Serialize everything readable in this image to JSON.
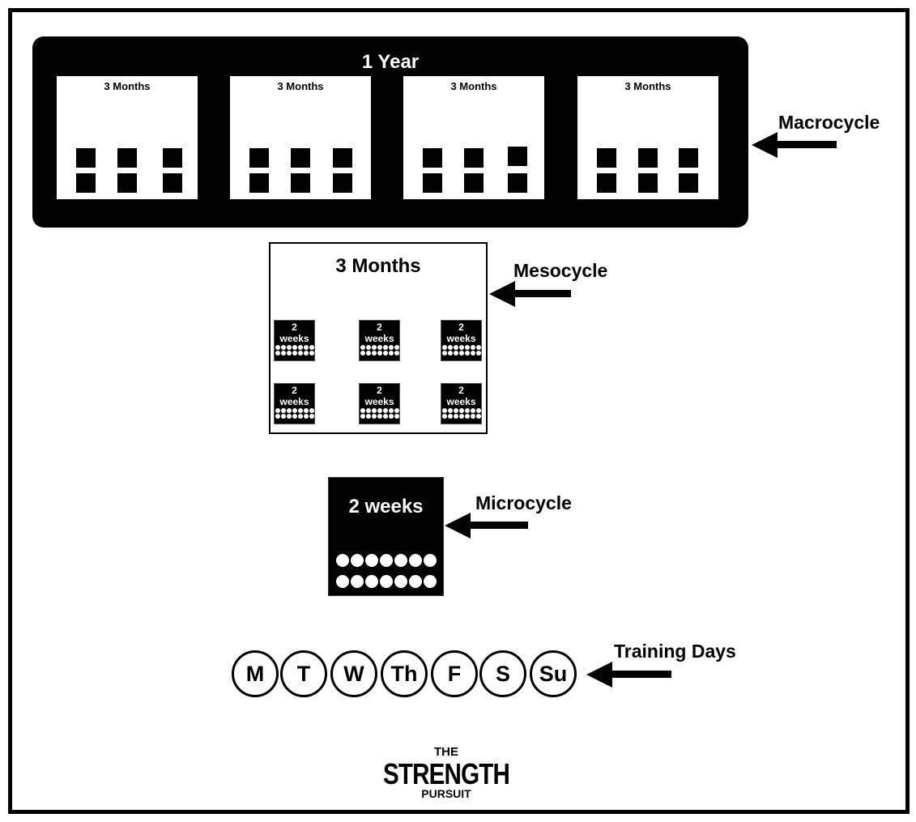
{
  "macrocycle": {
    "title": "1 Year",
    "quarters": [
      {
        "label": "3 Months"
      },
      {
        "label": "3 Months"
      },
      {
        "label": "3 Months"
      },
      {
        "label": "3 Months"
      }
    ],
    "label": "Macrocycle"
  },
  "mesocycle": {
    "title": "3 Months",
    "blocks": [
      {
        "number": "2",
        "unit": "weeks"
      },
      {
        "number": "2",
        "unit": "weeks"
      },
      {
        "number": "2",
        "unit": "weeks"
      },
      {
        "number": "2",
        "unit": "weeks"
      },
      {
        "number": "2",
        "unit": "weeks"
      },
      {
        "number": "2",
        "unit": "weeks"
      }
    ],
    "label": "Mesocycle"
  },
  "microcycle": {
    "title": "2 weeks",
    "label": "Microcycle"
  },
  "training_days": {
    "days": [
      "M",
      "T",
      "W",
      "Th",
      "F",
      "S",
      "Su"
    ],
    "label": "Training Days"
  },
  "logo": {
    "line1": "THE",
    "line2": "STRENGTH",
    "line3": "PURSUIT"
  }
}
